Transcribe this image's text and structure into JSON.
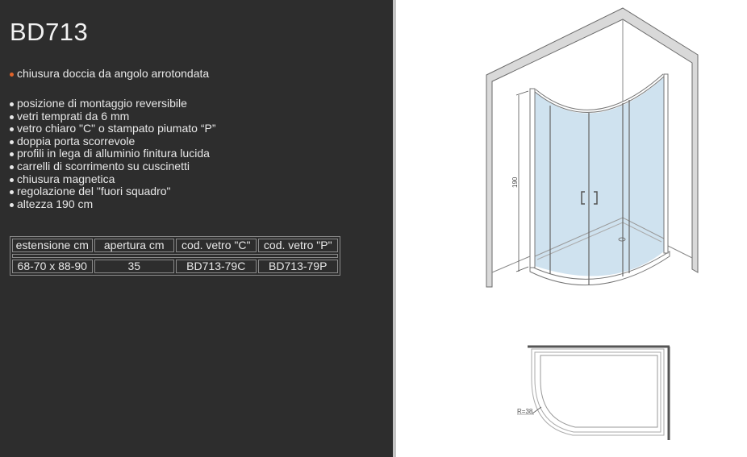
{
  "product": {
    "code": "BD713",
    "intro": "chiusura doccia da angolo arrotondata",
    "features": [
      "posizione di montaggio reversibile",
      "vetri temprati da 6 mm",
      "vetro chiaro \"C\" o stampato piumato “P”",
      "doppia porta scorrevole",
      "profili in lega di alluminio finitura lucida",
      "carrelli di scorrimento su cuscinetti",
      "chiusura magnetica",
      "regolazione del \"fuori squadro\"",
      "altezza 190 cm"
    ]
  },
  "table": {
    "headers": [
      "estensione cm",
      "apertura cm",
      "cod. vetro \"C\"",
      "cod. vetro \"P\""
    ],
    "rows": [
      [
        "68-70 x 88-90",
        "35",
        "BD713-79C",
        "BD713-79P"
      ]
    ]
  },
  "drawings": {
    "height_label": "190",
    "radius_label": "R=38"
  },
  "colors": {
    "accent": "#e0632a",
    "panel": "#2d2d2d",
    "glass": "#cfe2ef"
  }
}
